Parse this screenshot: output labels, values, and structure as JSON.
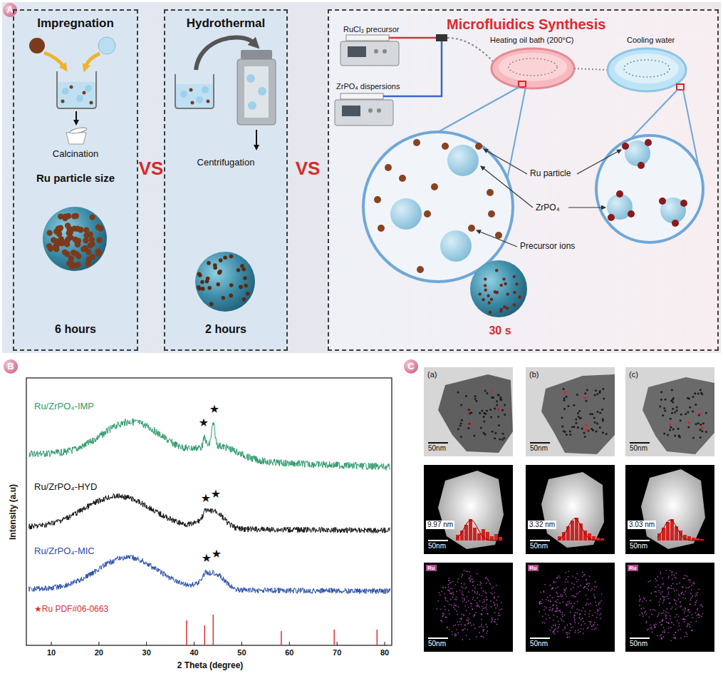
{
  "diagram": {
    "nodes": [
      {
        "text": [
          "A"
        ]
      },
      {
        "text": [
          "Impregnation",
          "Calcination",
          "Ru particle size",
          "6 hours"
        ],
        "in": 0
      },
      {
        "text": [
          "Hydrothermal",
          "Centrifugation",
          "2 hours"
        ],
        "in": 0
      },
      {
        "text": [
          "Microfluidics Synthesis",
          "RuCl₃ precursor",
          "Heating oil bath (200°C)",
          "Cooling water",
          "ZrPO₄ dispersions",
          "Ru particle",
          "ZrPO₄",
          "Precursor ions",
          "30 s"
        ],
        "in": 0
      },
      {
        "text": [
          "B"
        ]
      },
      {
        "text": [
          "C"
        ]
      }
    ],
    "labels": [
      "VS",
      "VS",
      "Ru/ZrPO₄-IMP",
      "Ru/ZrPO₄-HYD",
      "Ru/ZrPO₄-MIC",
      "★Ru PDF#06-0663",
      "★",
      "★",
      "★",
      "★",
      "★",
      "★",
      "Intensity (a.u)",
      "2 Theta (degree)",
      "10",
      "20",
      "30",
      "40",
      "50",
      "60",
      "70",
      "80",
      "(a)",
      "(b)",
      "(c)",
      "50nm",
      "50nm",
      "50nm",
      "50nm",
      "50nm",
      "50nm",
      "50nm",
      "50nm",
      "50nm",
      "9.97 nm",
      "3.32 nm",
      "3.03 nm",
      "Ru",
      "Ru",
      "Ru"
    ]
  }
}
